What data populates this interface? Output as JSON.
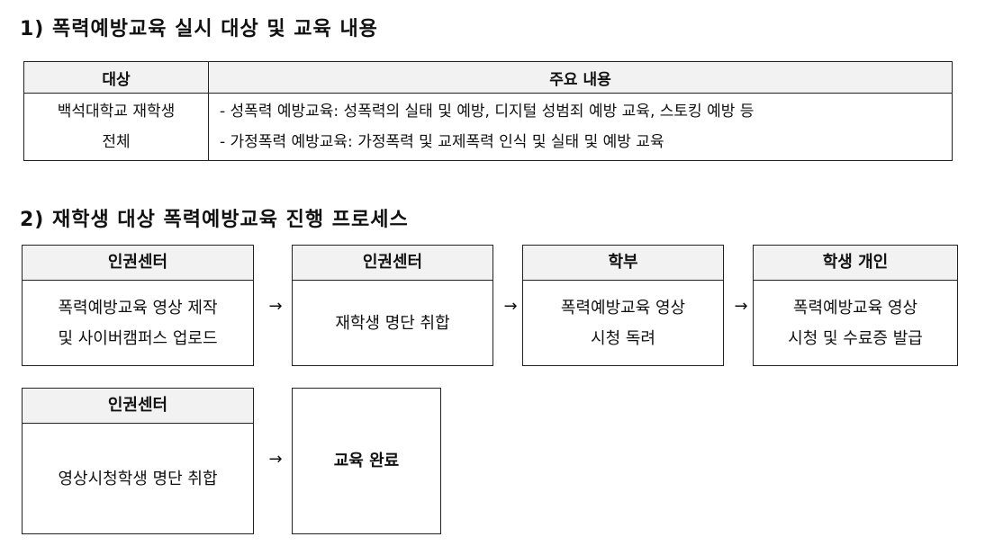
{
  "section1": {
    "heading": "1) 폭력예방교육 실시 대상 및 교육 내용",
    "table": {
      "col_target": "대상",
      "col_content": "주요 내용",
      "target_line1": "백석대학교 재학생",
      "target_line2": "전체",
      "content_line1": "- 성폭력 예방교육: 성폭력의 실태 및 예방, 디지털 성범죄 예방 교육, 스토킹 예방 등",
      "content_line2": "- 가정폭력 예방교육: 가정폭력 및 교제폭력 인식 및 실태 및 예방 교육"
    }
  },
  "section2": {
    "heading": "2) 재학생 대상 폭력예방교육 진행 프로세스",
    "arrow": "→",
    "steps": [
      {
        "actor": "인권센터",
        "line1": "폭력예방교육 영상 제작",
        "line2": "및 사이버캠퍼스 업로드"
      },
      {
        "actor": "인권센터",
        "line1": "재학생 명단 취합",
        "line2": ""
      },
      {
        "actor": "학부",
        "line1": "폭력예방교육 영상",
        "line2": "시청 독려"
      },
      {
        "actor": "학생 개인",
        "line1": "폭력예방교육 영상",
        "line2": "시청 및 수료증 발급"
      },
      {
        "actor": "인권센터",
        "line1": "영상시청학생 명단 취합",
        "line2": ""
      }
    ],
    "final_step": "교육 완료"
  }
}
